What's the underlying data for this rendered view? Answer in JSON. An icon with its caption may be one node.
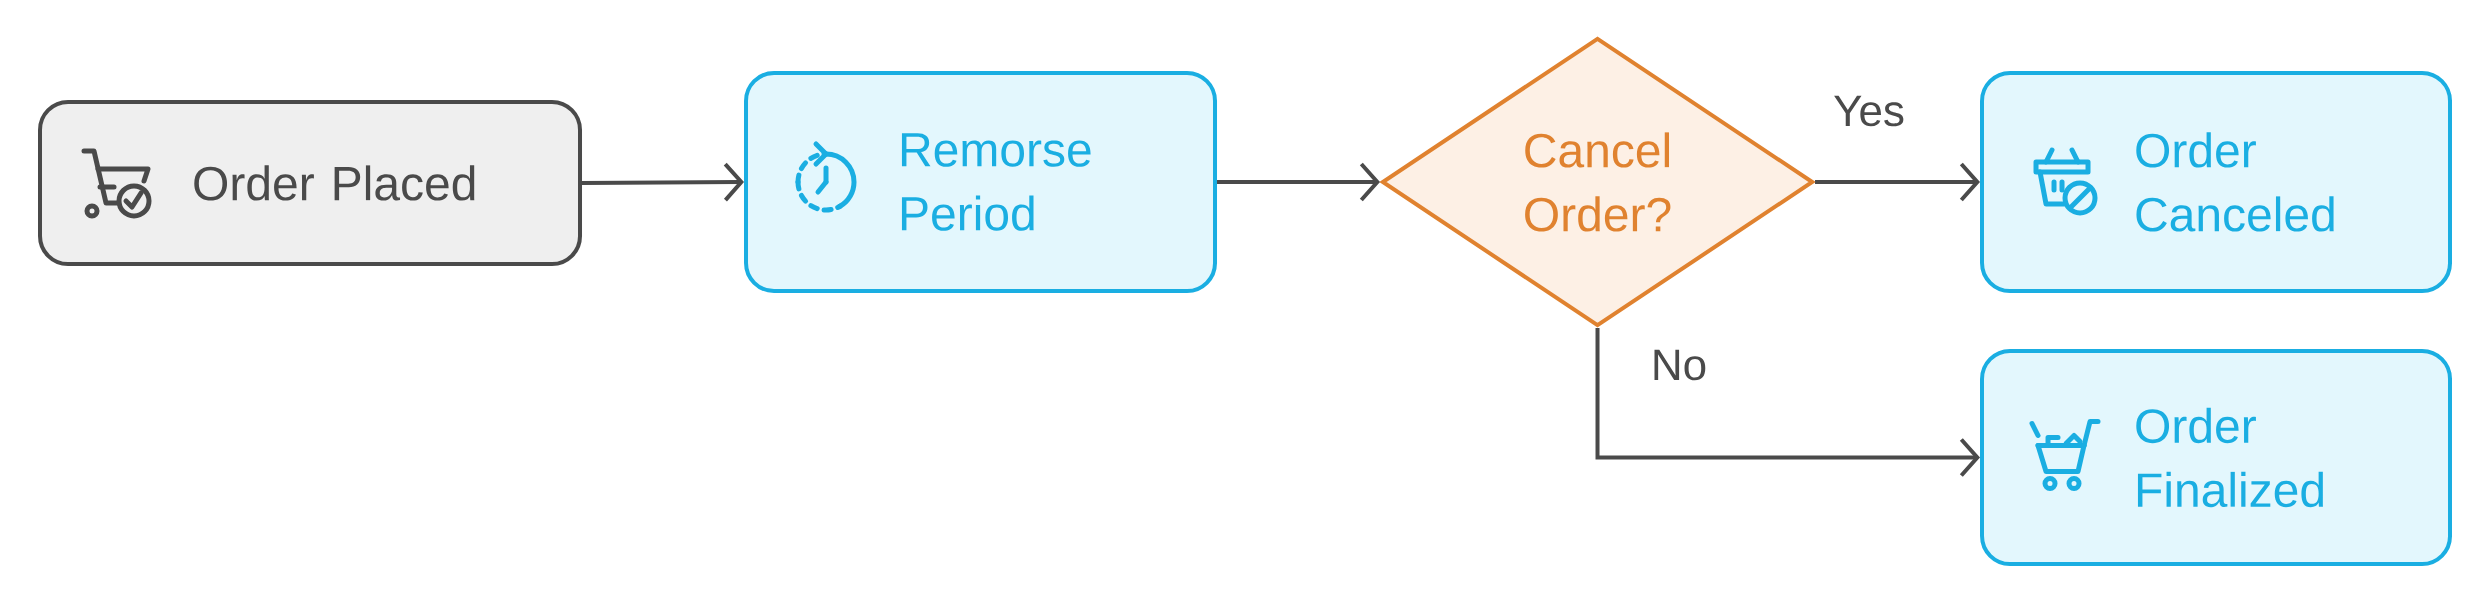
{
  "diagram": {
    "nodes": [
      {
        "text": [
          "Order Placed"
        ]
      },
      {
        "text": [
          "Remorse Period"
        ]
      },
      {
        "text": [
          "Cancel Order?"
        ]
      },
      {
        "text": [
          "Order Canceled"
        ]
      },
      {
        "text": [
          "Order Finalized"
        ]
      }
    ],
    "edges": [
      {
        "from": 0,
        "to": 1,
        "arrow": "to"
      },
      {
        "from": 1,
        "to": 2,
        "arrow": "to"
      },
      {
        "from": 2,
        "to": 3,
        "arrow": "to",
        "label": "Yes"
      },
      {
        "from": 2,
        "to": 4,
        "arrow": "to",
        "label": "No"
      }
    ]
  }
}
